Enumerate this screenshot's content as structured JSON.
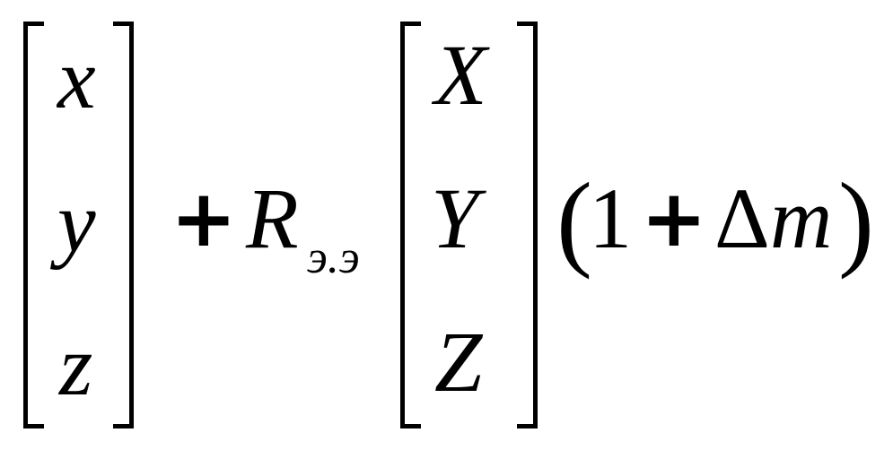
{
  "formula": {
    "vector_lower": [
      "x",
      "y",
      "z"
    ],
    "plus_sign": "+",
    "coefficient": "R",
    "coefficient_subscript": "э.э",
    "vector_upper": [
      "X",
      "Y",
      "Z"
    ],
    "factor": {
      "open_paren": "(",
      "one": "1",
      "plus_sign": "+",
      "delta": "Δ",
      "variable": "m",
      "close_paren": ")"
    }
  }
}
